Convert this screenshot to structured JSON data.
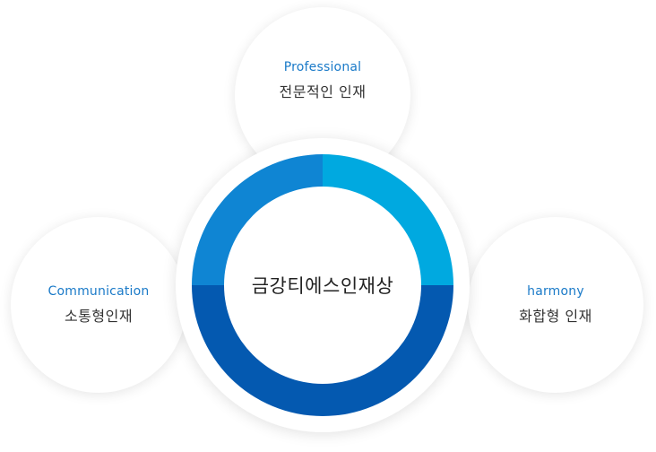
{
  "center": {
    "title": "금강티에스인재상"
  },
  "nodes": {
    "top": {
      "en": "Professional",
      "ko": "전문적인 인재"
    },
    "left": {
      "en": "Communication",
      "ko": "소통형인재"
    },
    "right": {
      "en": "harmony",
      "ko": "화합형 인재"
    }
  },
  "colors": {
    "ring_top_right": "#00a9e0",
    "ring_top_left": "#0f85d3",
    "ring_bottom": "#0459b0",
    "label_blue": "#1a7ac8"
  }
}
